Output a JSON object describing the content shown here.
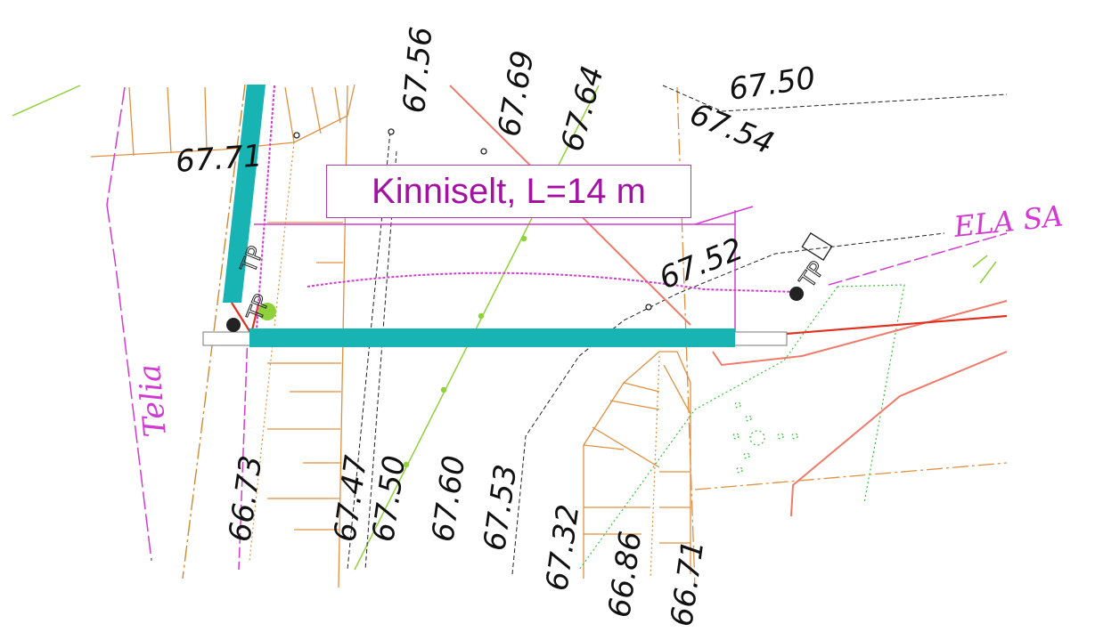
{
  "map": {
    "callout": "Kinniselt, L=14 m",
    "labels": {
      "street": "ELA SA",
      "utility": "Telia",
      "tp1": "TP",
      "tp2": "TP",
      "tp3": "TP"
    },
    "elevations": [
      "67.56",
      "67.69",
      "67.64",
      "67.50",
      "67.54",
      "67.71",
      "67.52",
      "66.73",
      "67.47",
      "67.50",
      "67.60",
      "67.53",
      "67.32",
      "66.86",
      "66.71"
    ],
    "colors": {
      "pipe": "#18b3b3",
      "magenta": "#d23bd2",
      "orange": "#e09040",
      "green": "#8fd13a",
      "red": "#e0301e",
      "salmon": "#f07a6a",
      "dotted_green": "#35c435"
    }
  }
}
